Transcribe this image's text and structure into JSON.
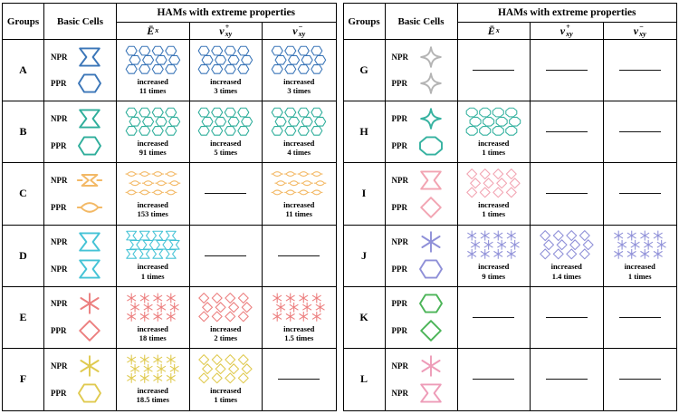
{
  "header": {
    "groups": "Groups",
    "basic_cells": "Basic Cells",
    "hams_title": "HAMs with extreme properties",
    "cols": [
      {
        "base": "Ē",
        "sub": "x",
        "sup": ""
      },
      {
        "base": "v",
        "sub": "xy",
        "sup": "+"
      },
      {
        "base": "v",
        "sub": "xy",
        "sup": "−"
      }
    ]
  },
  "tables": [
    {
      "name": "left",
      "rows": [
        {
          "group": "A",
          "color": "#3b76b8",
          "cells": [
            {
              "label": "NPR",
              "shape": "bowtie"
            },
            {
              "label": "PPR",
              "shape": "hexagon"
            }
          ],
          "hams": [
            {
              "type": "lattice",
              "tile": "hexagon",
              "line1": "increased",
              "line2": "11 times"
            },
            {
              "type": "lattice",
              "tile": "hexagon",
              "line1": "increased",
              "line2": "3 times"
            },
            {
              "type": "lattice",
              "tile": "hexagon",
              "line1": "increased",
              "line2": "3 times"
            }
          ]
        },
        {
          "group": "B",
          "color": "#2fae9b",
          "cells": [
            {
              "label": "NPR",
              "shape": "bowtie"
            },
            {
              "label": "PPR",
              "shape": "hexagon"
            }
          ],
          "hams": [
            {
              "type": "lattice",
              "tile": "hexagon",
              "line1": "increased",
              "line2": "91 times"
            },
            {
              "type": "lattice",
              "tile": "hexagon",
              "line1": "increased",
              "line2": "5 times"
            },
            {
              "type": "lattice",
              "tile": "hexagon",
              "line1": "increased",
              "line2": "4 times"
            }
          ]
        },
        {
          "group": "C",
          "color": "#f3b966",
          "cells": [
            {
              "label": "NPR",
              "shape": "flat-bowtie"
            },
            {
              "label": "PPR",
              "shape": "lens"
            }
          ],
          "hams": [
            {
              "type": "lattice",
              "tile": "lens",
              "line1": "increased",
              "line2": "153 times"
            },
            {
              "type": "dash"
            },
            {
              "type": "lattice",
              "tile": "lens",
              "line1": "increased",
              "line2": "11 times"
            }
          ]
        },
        {
          "group": "D",
          "color": "#45c3d6",
          "cells": [
            {
              "label": "NPR",
              "shape": "bowtie"
            },
            {
              "label": "NPR",
              "shape": "bowtie"
            }
          ],
          "hams": [
            {
              "type": "lattice",
              "tile": "bowtie",
              "line1": "increased",
              "line2": "1 times"
            },
            {
              "type": "dash"
            },
            {
              "type": "dash"
            }
          ]
        },
        {
          "group": "E",
          "color": "#ec7f7f",
          "cells": [
            {
              "label": "NPR",
              "shape": "star6"
            },
            {
              "label": "PPR",
              "shape": "diamond"
            }
          ],
          "hams": [
            {
              "type": "lattice",
              "tile": "star6",
              "line1": "increased",
              "line2": "18 times"
            },
            {
              "type": "lattice",
              "tile": "diamond",
              "line1": "increased",
              "line2": "2 times"
            },
            {
              "type": "lattice",
              "tile": "star6",
              "line1": "increased",
              "line2": "1.5 times"
            }
          ]
        },
        {
          "group": "F",
          "color": "#e0ca50",
          "cells": [
            {
              "label": "NPR",
              "shape": "star6"
            },
            {
              "label": "PPR",
              "shape": "hexagon"
            }
          ],
          "hams": [
            {
              "type": "lattice",
              "tile": "star6",
              "line1": "increased",
              "line2": "18.5 times"
            },
            {
              "type": "lattice",
              "tile": "diamond",
              "line1": "increased",
              "line2": "1 times"
            },
            {
              "type": "dash"
            }
          ]
        }
      ]
    },
    {
      "name": "right",
      "rows": [
        {
          "group": "G",
          "color": "#b4b4b4",
          "cells": [
            {
              "label": "NPR",
              "shape": "star4"
            },
            {
              "label": "PPR",
              "shape": "star4"
            }
          ],
          "hams": [
            {
              "type": "dash"
            },
            {
              "type": "dash"
            },
            {
              "type": "dash"
            }
          ]
        },
        {
          "group": "H",
          "color": "#36b2a0",
          "cells": [
            {
              "label": "PPR",
              "shape": "star4"
            },
            {
              "label": "PPR",
              "shape": "octagon"
            }
          ],
          "hams": [
            {
              "type": "lattice",
              "tile": "octagon",
              "line1": "increased",
              "line2": "1 times"
            },
            {
              "type": "dash"
            },
            {
              "type": "dash"
            }
          ]
        },
        {
          "group": "I",
          "color": "#f2a4b2",
          "cells": [
            {
              "label": "NPR",
              "shape": "bowtie"
            },
            {
              "label": "PPR",
              "shape": "diamond"
            }
          ],
          "hams": [
            {
              "type": "lattice",
              "tile": "diamond",
              "line1": "increased",
              "line2": "1 times"
            },
            {
              "type": "dash"
            },
            {
              "type": "dash"
            }
          ]
        },
        {
          "group": "J",
          "color": "#8f90d8",
          "cells": [
            {
              "label": "NPR",
              "shape": "star6"
            },
            {
              "label": "PPR",
              "shape": "hexagon"
            }
          ],
          "hams": [
            {
              "type": "lattice",
              "tile": "star6",
              "line1": "increased",
              "line2": "9 times"
            },
            {
              "type": "lattice",
              "tile": "diamond",
              "line1": "increased",
              "line2": "1.4 times"
            },
            {
              "type": "lattice",
              "tile": "star6",
              "line1": "increased",
              "line2": "1 times"
            }
          ]
        },
        {
          "group": "K",
          "color": "#4bb457",
          "cells": [
            {
              "label": "PPR",
              "shape": "hexagon"
            },
            {
              "label": "PPR",
              "shape": "diamond"
            }
          ],
          "hams": [
            {
              "type": "dash"
            },
            {
              "type": "dash"
            },
            {
              "type": "dash"
            }
          ]
        },
        {
          "group": "L",
          "color": "#ee9cb8",
          "cells": [
            {
              "label": "NPR",
              "shape": "star6"
            },
            {
              "label": "NPR",
              "shape": "bowtie"
            }
          ],
          "hams": [
            {
              "type": "dash"
            },
            {
              "type": "dash"
            },
            {
              "type": "dash"
            }
          ]
        }
      ]
    }
  ]
}
